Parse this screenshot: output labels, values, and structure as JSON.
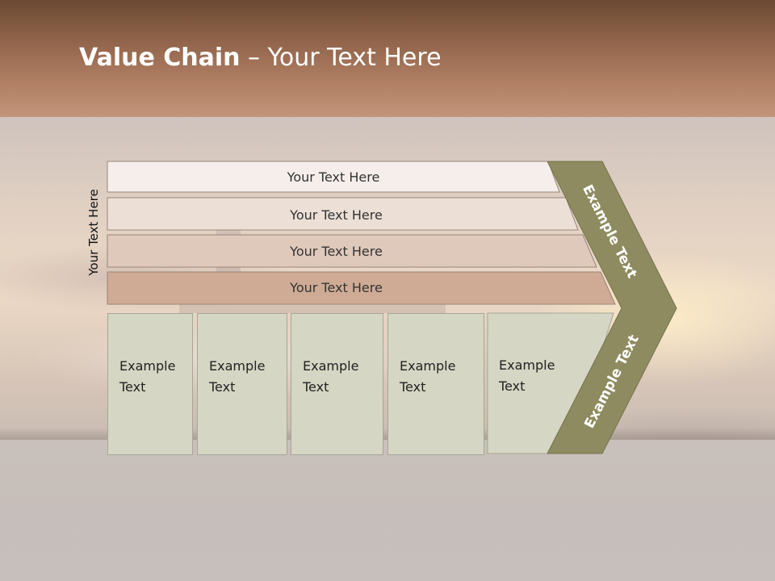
{
  "slide": {
    "title_bold": "Value Chain",
    "title_rest": " – Your Text Here",
    "side_label": "Your Text Here"
  },
  "bars": [
    {
      "label": "Your Text Here",
      "color": "#f5eeea"
    },
    {
      "label": "Your Text Here",
      "color": "#ecdfd6"
    },
    {
      "label": "Your Text Here",
      "color": "#dfc9bb"
    },
    {
      "label": "Your Text Here",
      "color": "#cfab95"
    }
  ],
  "columns": [
    {
      "label": "Example Text"
    },
    {
      "label": "Example Text"
    },
    {
      "label": "Example Text"
    },
    {
      "label": "Example Text"
    },
    {
      "label": "Example Text"
    }
  ],
  "chevron": {
    "upper_label": "Example Text",
    "lower_label": "Example Text",
    "color": "#8e8b60"
  },
  "colors": {
    "header_top": "#6b4a33",
    "header_bottom": "#c29479",
    "column_fill": "#d5d6c3"
  }
}
